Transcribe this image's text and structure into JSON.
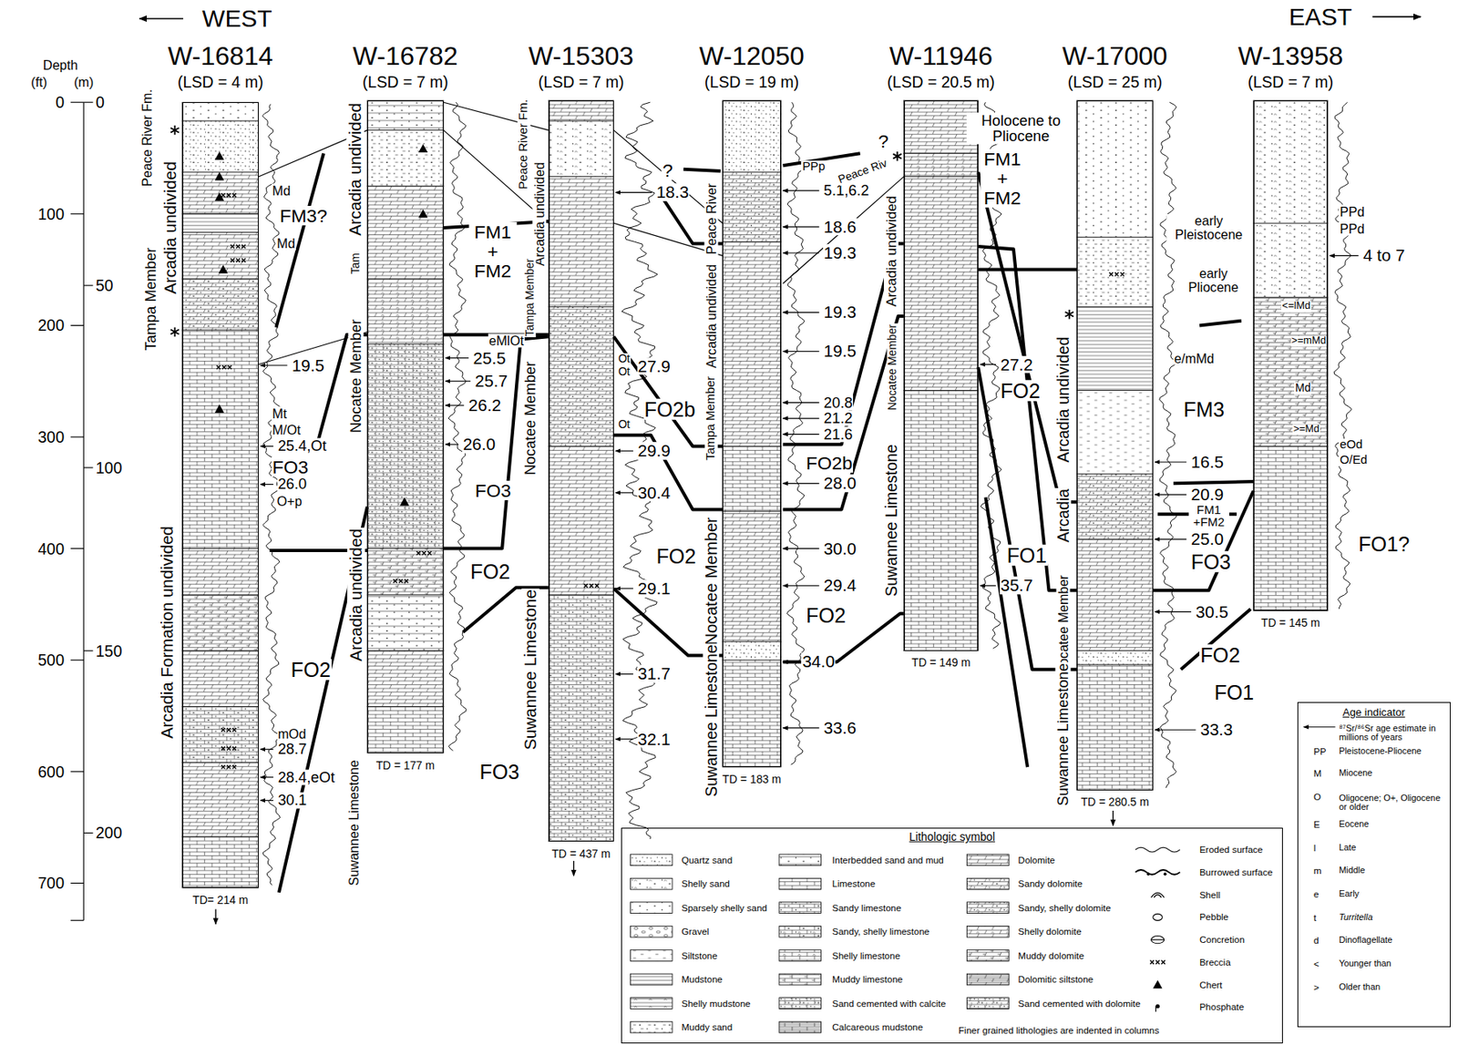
{
  "diagram": {
    "nodes": [
      {
        "text": [
          "W-16814",
          "(LSD = 4 m)",
          "TD= 214 m"
        ]
      },
      {
        "text": [
          "W-16782",
          "(LSD = 7 m)",
          "TD = 177 m"
        ]
      },
      {
        "text": [
          "W-15303",
          "(LSD = 7 m)",
          "TD = 437 m"
        ]
      },
      {
        "text": [
          "W-12050",
          "(LSD = 19 m)",
          "TD = 183 m"
        ]
      },
      {
        "text": [
          "W-11946",
          "(LSD = 20.5 m)",
          "TD = 149 m"
        ]
      },
      {
        "text": [
          "W-17000",
          "(LSD = 25 m)",
          "TD = 280.5 m"
        ]
      },
      {
        "text": [
          "W-13958",
          "(LSD = 7 m)",
          "TD = 145 m"
        ]
      },
      {
        "text": [
          "Lithologic symbol"
        ]
      },
      {
        "text": [
          "Age indicator"
        ]
      }
    ],
    "labels": [
      "WEST",
      "EAST",
      "Depth",
      "(ft)",
      "(m)",
      "0",
      "100",
      "200",
      "300",
      "400",
      "500",
      "600",
      "700",
      "0",
      "50",
      "100",
      "150",
      "200",
      "Peace River Fm.",
      "Arcadia undivided",
      "Tampa Member",
      "Arcadia Formation undivided",
      "Md",
      "FM3?",
      "Md",
      "19.5",
      "Mt",
      "M/Ot",
      "25.4,Ot",
      "FO3",
      "26.0",
      "O+p",
      "FO2",
      "mOd",
      "28.7",
      "28.4,eOt",
      "30.1",
      "Arcadia undivided",
      "Tam",
      "Nocatee Member",
      "Arcadia undivided",
      "Suwannee Limestone",
      "FM1 + FM2",
      "eMlOt",
      "25.5",
      "25.7",
      "26.2",
      "26.0",
      "FO3",
      "FO2",
      "FO3",
      "Peace River Fm.",
      "Arcadia undivided",
      "Tampa Member",
      "Nocatee Member",
      "Suwannee Limestone",
      "Ot",
      "Ot",
      "27.9",
      "FO2b",
      "Ot",
      "29.9",
      "30.4",
      "FO2",
      "29.1",
      "31.7",
      "32.1",
      "?",
      "18.3",
      "Peace River",
      "Arcadia undivided",
      "Tampa Member",
      "Nocatee Member",
      "Suwannee Limestone",
      "PPp",
      "?",
      "5.1,6.2",
      "18.6",
      "19.3",
      "19.3",
      "19.5",
      "20.8",
      "21.2",
      "21.6",
      "FO2b",
      "28.0",
      "30.0",
      "29.4",
      "FO2",
      "34.0",
      "33.6",
      "Holocene to Pliocene",
      "Peace Riv",
      "FM1 + FM2",
      "Arcadia undivided",
      "Nocatee Member",
      "27.2",
      "FO2",
      "Suwannee Limestone",
      "FO1",
      "35.7",
      "Arcadia undivided",
      "e/mMd",
      "FM3",
      "16.5",
      "20.9",
      "Arcadia",
      "FM1 +FM2",
      "25.0",
      "FO3",
      "Nocatee Member",
      "30.5",
      "FO2",
      "Suwannee Limestone",
      "FO1",
      "33.3",
      "early Pleistocene",
      "early Pliocene",
      "PPd",
      "PPd",
      "4 to 7",
      "<=lMd",
      ">=mMd",
      "Md",
      ">=Md",
      "eOd",
      "O/Ed",
      "FO1?",
      "PP",
      "M",
      "O",
      "E",
      "l",
      "m",
      "e",
      "t",
      "d",
      "<",
      ">",
      "Finer grained lithologies are indented in columns"
    ],
    "legend": [
      {
        "text": "Quartz sand"
      },
      {
        "text": "Shelly sand"
      },
      {
        "text": "Sparsely shelly sand"
      },
      {
        "text": "Gravel"
      },
      {
        "text": "Siltstone"
      },
      {
        "text": "Mudstone"
      },
      {
        "text": "Shelly mudstone"
      },
      {
        "text": "Muddy sand"
      },
      {
        "text": "Interbedded sand and mud"
      },
      {
        "text": "Limestone"
      },
      {
        "text": "Sandy limestone"
      },
      {
        "text": "Sandy, shelly limestone"
      },
      {
        "text": "Shelly limestone"
      },
      {
        "text": "Muddy limestone"
      },
      {
        "text": "Sand cemented with calcite"
      },
      {
        "text": "Calcareous mudstone"
      },
      {
        "text": "Dolomite"
      },
      {
        "text": "Sandy dolomite"
      },
      {
        "text": "Sandy, shelly dolomite"
      },
      {
        "text": "Shelly dolomite"
      },
      {
        "text": "Muddy dolomite"
      },
      {
        "text": "Dolomitic siltstone"
      },
      {
        "text": "Sand cemented with dolomite"
      },
      {
        "text": "Eroded surface"
      },
      {
        "text": "Burrowed surface"
      },
      {
        "text": "Shell"
      },
      {
        "text": "Pebble"
      },
      {
        "text": "Concretion"
      },
      {
        "text": "Breccia"
      },
      {
        "text": "Chert"
      },
      {
        "text": "Phosphate"
      },
      {
        "text": "⁸⁷Sr/⁸⁶Sr age estimate in millions of years"
      },
      {
        "text": "Pleistocene-Pliocene"
      },
      {
        "text": "Miocene"
      },
      {
        "text": "Oligocene; O+, Oligocene or older"
      },
      {
        "text": "Eocene"
      },
      {
        "text": "Late"
      },
      {
        "text": "Middle"
      },
      {
        "text": "Early"
      },
      {
        "text": "Turritella"
      },
      {
        "text": "Dinoflagellate"
      },
      {
        "text": "Younger than"
      },
      {
        "text": "Older than"
      }
    ]
  }
}
